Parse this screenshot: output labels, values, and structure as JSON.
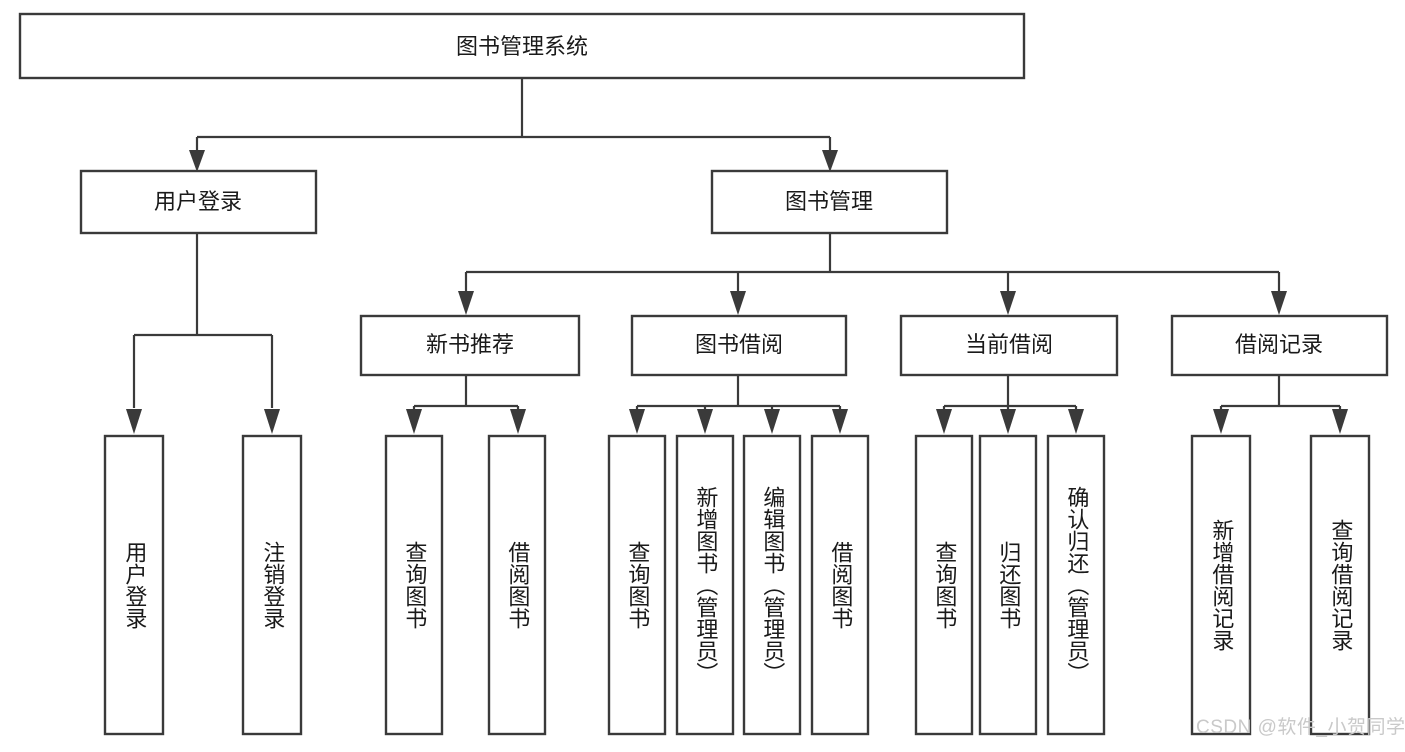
{
  "diagram": {
    "title": "图书管理系统",
    "type": "tree-hierarchy-diagram",
    "colors": {
      "box_stroke": "#3a3a3a",
      "box_fill": "#ffffff",
      "text": "#1a1a1a",
      "background": "#ffffff",
      "watermark": "#c9c9c9"
    },
    "root": {
      "label": "图书管理系统"
    },
    "level2": [
      {
        "label": "用户登录"
      },
      {
        "label": "图书管理"
      }
    ],
    "level3": [
      {
        "label": "新书推荐"
      },
      {
        "label": "图书借阅"
      },
      {
        "label": "当前借阅"
      },
      {
        "label": "借阅记录"
      }
    ],
    "leaves": {
      "user_login": [
        {
          "label": "用户登录"
        },
        {
          "label": "注销登录"
        }
      ],
      "new_book_recommend": [
        {
          "label": "查询图书"
        },
        {
          "label": "借阅图书"
        }
      ],
      "book_borrow": [
        {
          "label": "查询图书"
        },
        {
          "label": "新增图书（管理员）"
        },
        {
          "label": "编辑图书（管理员）"
        },
        {
          "label": "借阅图书"
        }
      ],
      "current_borrow": [
        {
          "label": "查询图书"
        },
        {
          "label": "归还图书"
        },
        {
          "label": "确认归还（管理员）"
        }
      ],
      "borrow_record": [
        {
          "label": "新增借阅记录"
        },
        {
          "label": "查询借阅记录"
        }
      ]
    },
    "watermark": "CSDN @软件_小贺同学"
  }
}
